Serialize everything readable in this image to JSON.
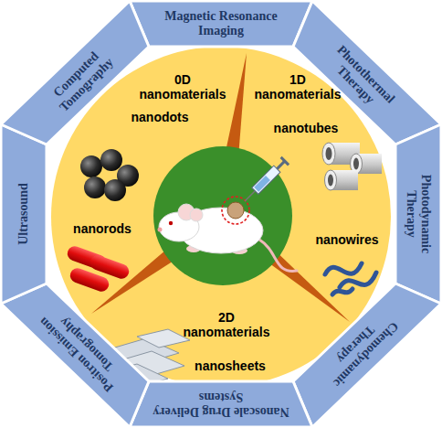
{
  "diagram": {
    "nodes": [
      {
        "text": [
          "Magnetic Resonance Imaging"
        ]
      },
      {
        "text": [
          "Photothermal Therapy"
        ]
      },
      {
        "text": [
          "Photodynamic Therapy"
        ]
      },
      {
        "text": [
          "Chemodynamic Therapy"
        ]
      },
      {
        "text": [
          "Nanoscale Drug Delivery Systems"
        ]
      },
      {
        "text": [
          "Positron Emission Tomography"
        ]
      },
      {
        "text": [
          "Ultrasound"
        ]
      },
      {
        "text": [
          "Computed Tomography"
        ]
      }
    ],
    "labels": [
      "0D nanomaterials",
      "nanodots",
      "nanorods",
      "1D nanomaterials",
      "nanotubes",
      "nanowires",
      "2D nanomaterials",
      "nanosheets"
    ]
  }
}
